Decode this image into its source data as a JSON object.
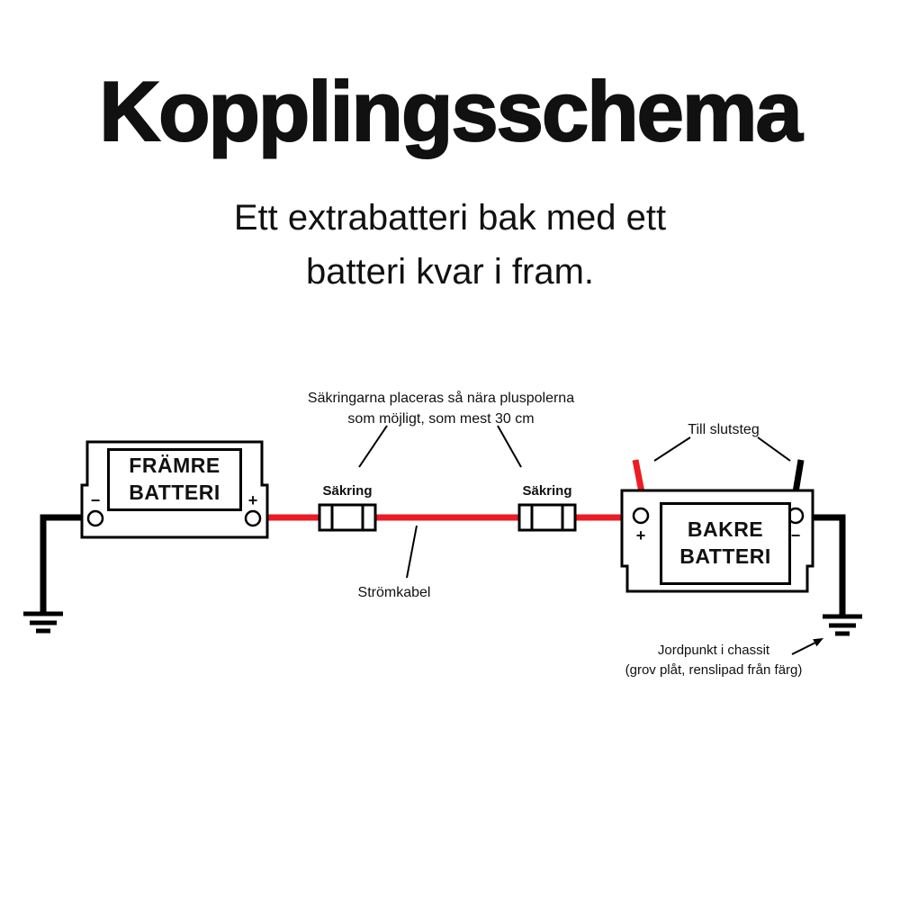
{
  "header": {
    "title": "Kopplingsschema",
    "subtitle_lines": [
      "Ett extrabatteri bak med ett",
      "batteri kvar i fram."
    ]
  },
  "annotations": {
    "fuse_note_lines": [
      "Säkringarna placeras så nära pluspolerna",
      "som möjligt, som mest 30 cm"
    ],
    "fuse1_label": "Säkring",
    "fuse2_label": "Säkring",
    "amp_label": "Till slutsteg",
    "cable_label": "Strömkabel",
    "ground_note_lines": [
      "Jordpunkt i chassit",
      "(grov plåt, renslipad från färg)"
    ]
  },
  "front_battery": {
    "name_lines": [
      "FRÄMRE",
      "BATTERI"
    ],
    "neg_sign": "−",
    "pos_sign": "+"
  },
  "rear_battery": {
    "name_lines": [
      "BAKRE",
      "BATTERI"
    ],
    "pos_sign": "+",
    "neg_sign": "−"
  },
  "colors": {
    "cable_red": "#ec1c24",
    "line_black": "#000000",
    "text": "#111111"
  }
}
